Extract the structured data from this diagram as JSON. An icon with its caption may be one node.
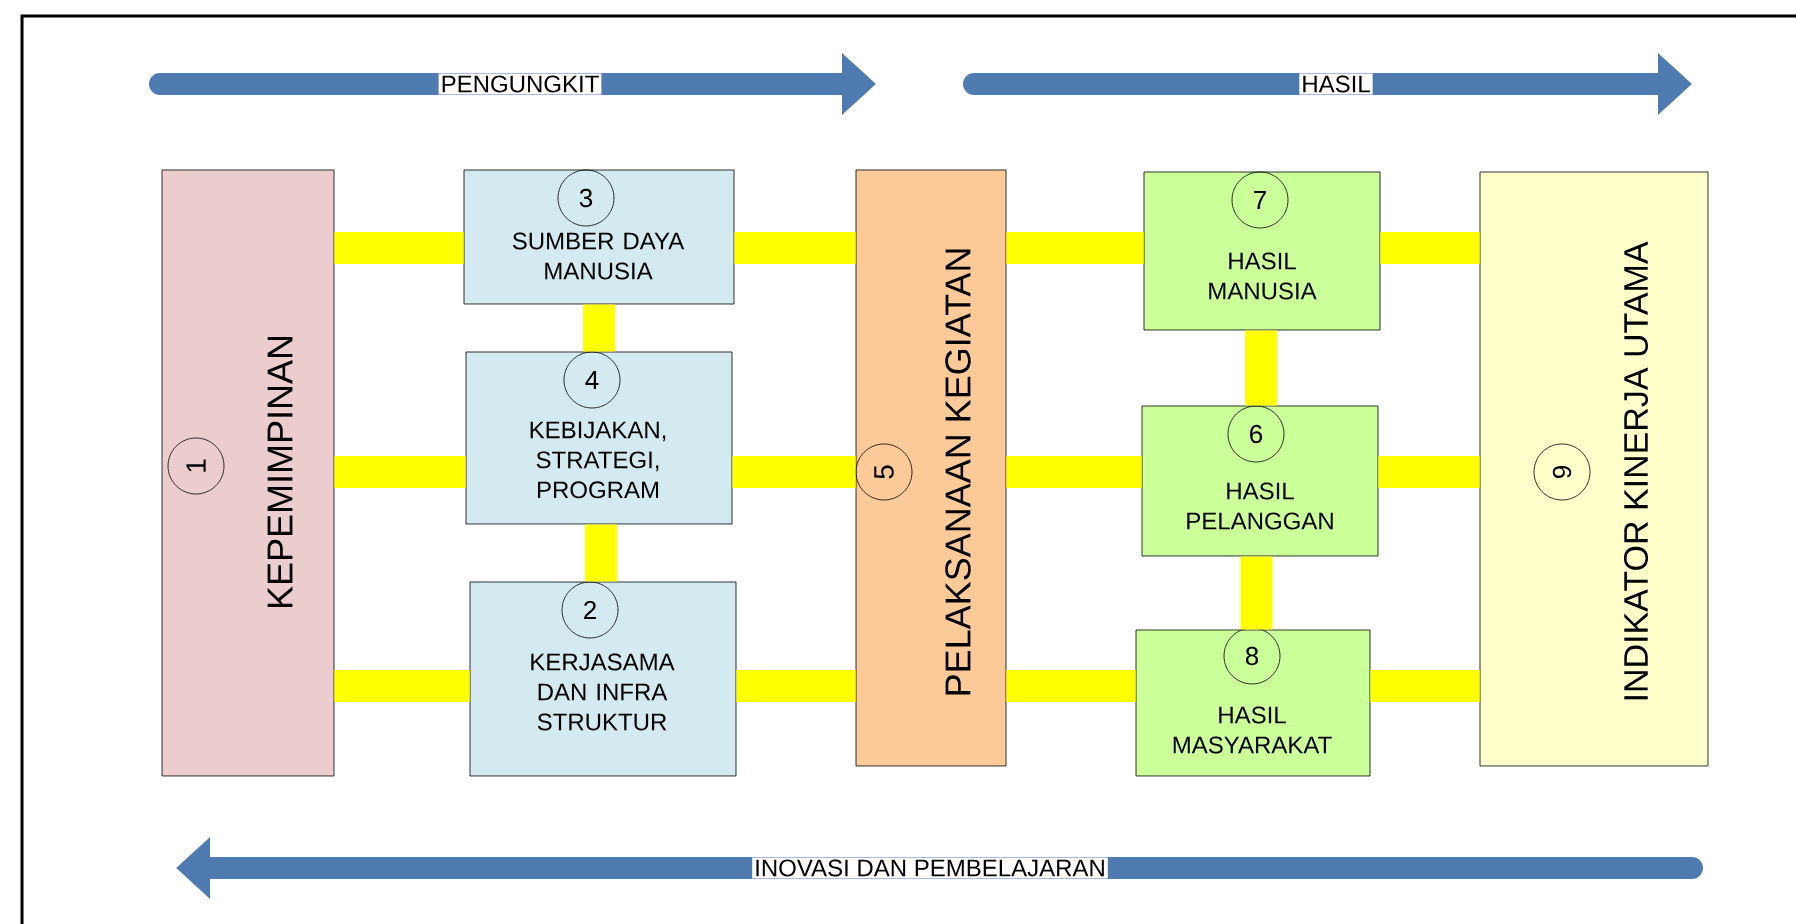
{
  "diagram": {
    "nodes": [
      {
        "text": [
          "1",
          "KEPEMIMPINAN"
        ]
      },
      {
        "text": [
          "3",
          "SUMBER DAYA MANUSIA"
        ]
      },
      {
        "text": [
          "4",
          "KEBIJAKAN, STRATEGI, PROGRAM"
        ]
      },
      {
        "text": [
          "2",
          "KERJASAMA DAN INFRA STRUKTUR"
        ]
      },
      {
        "text": [
          "5",
          "PELAKSANAAN KEGIATAN"
        ]
      },
      {
        "text": [
          "7",
          "HASIL MANUSIA"
        ]
      },
      {
        "text": [
          "6",
          "HASIL PELANGGAN"
        ]
      },
      {
        "text": [
          "8",
          "HASIL MASYARAKAT"
        ]
      },
      {
        "text": [
          "9",
          "INDIKATOR KINERJA UTAMA"
        ]
      }
    ],
    "edges": [
      {
        "from": 0,
        "to": 1,
        "arrow": "none"
      },
      {
        "from": 0,
        "to": 2,
        "arrow": "none"
      },
      {
        "from": 0,
        "to": 3,
        "arrow": "none"
      },
      {
        "from": 1,
        "to": 2,
        "arrow": "none"
      },
      {
        "from": 2,
        "to": 3,
        "arrow": "none"
      },
      {
        "from": 1,
        "to": 4,
        "arrow": "none"
      },
      {
        "from": 2,
        "to": 4,
        "arrow": "none"
      },
      {
        "from": 3,
        "to": 4,
        "arrow": "none"
      },
      {
        "from": 4,
        "to": 5,
        "arrow": "none"
      },
      {
        "from": 4,
        "to": 6,
        "arrow": "none"
      },
      {
        "from": 4,
        "to": 7,
        "arrow": "none"
      },
      {
        "from": 5,
        "to": 6,
        "arrow": "none"
      },
      {
        "from": 6,
        "to": 7,
        "arrow": "none"
      },
      {
        "from": 5,
        "to": 8,
        "arrow": "none"
      },
      {
        "from": 6,
        "to": 8,
        "arrow": "none"
      },
      {
        "from": 7,
        "to": 8,
        "arrow": "none"
      }
    ],
    "labels": [
      "PENGUNGKIT",
      "HASIL",
      "INOVASI DAN PEMBELAJARAN"
    ]
  }
}
